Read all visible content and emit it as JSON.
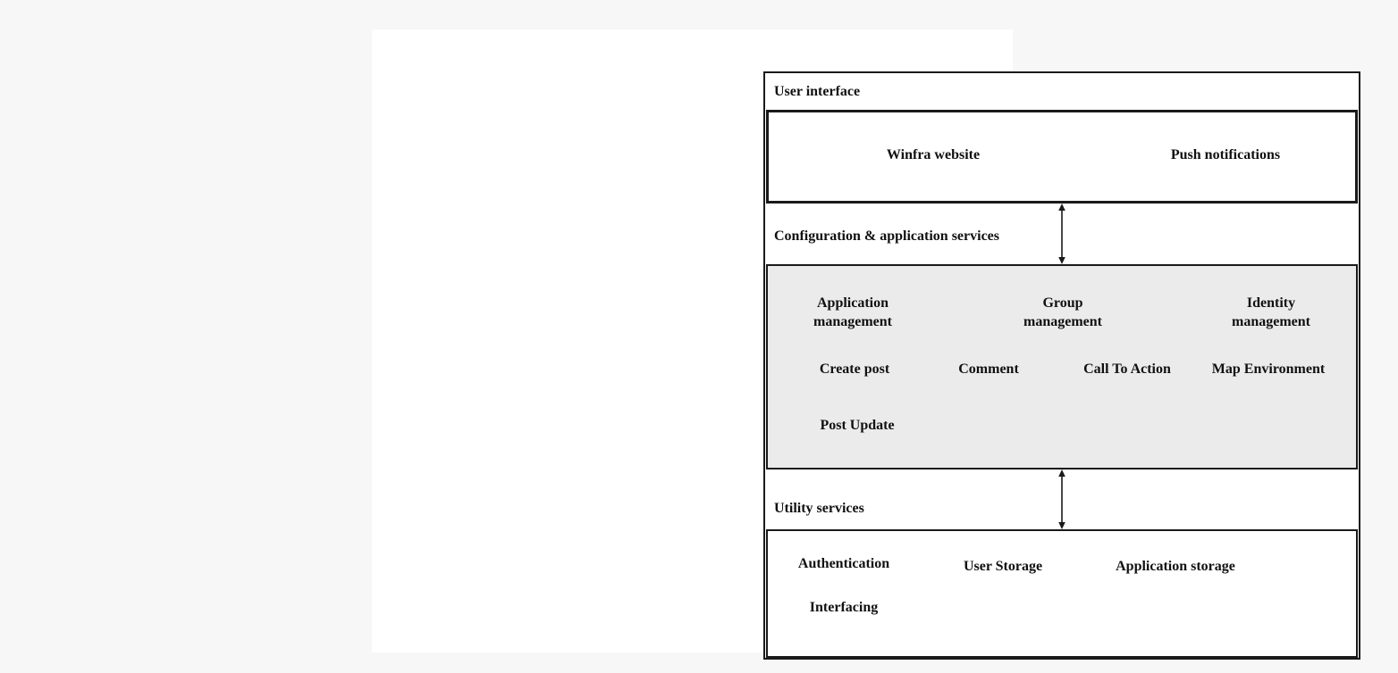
{
  "figure": {
    "layers": {
      "user_interface": {
        "title": "User interface",
        "components": {
          "winfra_website": "Winfra website",
          "push_notifications": "Push notifications"
        }
      },
      "configuration_application_services": {
        "title": "Configuration & application services",
        "modules": {
          "application_management": "Application management",
          "group_management": "Group management",
          "identity_management": "Identity management"
        },
        "features": {
          "create_post": "Create post",
          "comment": "Comment",
          "call_to_action": "Call To Action",
          "map_environment": "Map Environment",
          "post_update": "Post Update"
        }
      },
      "utility_services": {
        "title": "Utility services",
        "components": {
          "authentication": "Authentication",
          "user_storage": "User Storage",
          "application_storage": "Application storage",
          "interfacing": "Interfacing"
        }
      }
    },
    "connectors": {
      "ui_to_services": "bidirectional-arrow",
      "services_to_utility": "bidirectional-arrow"
    },
    "colors": {
      "border": "#1a1a1a",
      "services_box_fill": "#ebebeb",
      "page_background": "#ffffff",
      "canvas_background": "#f7f7f8"
    }
  }
}
